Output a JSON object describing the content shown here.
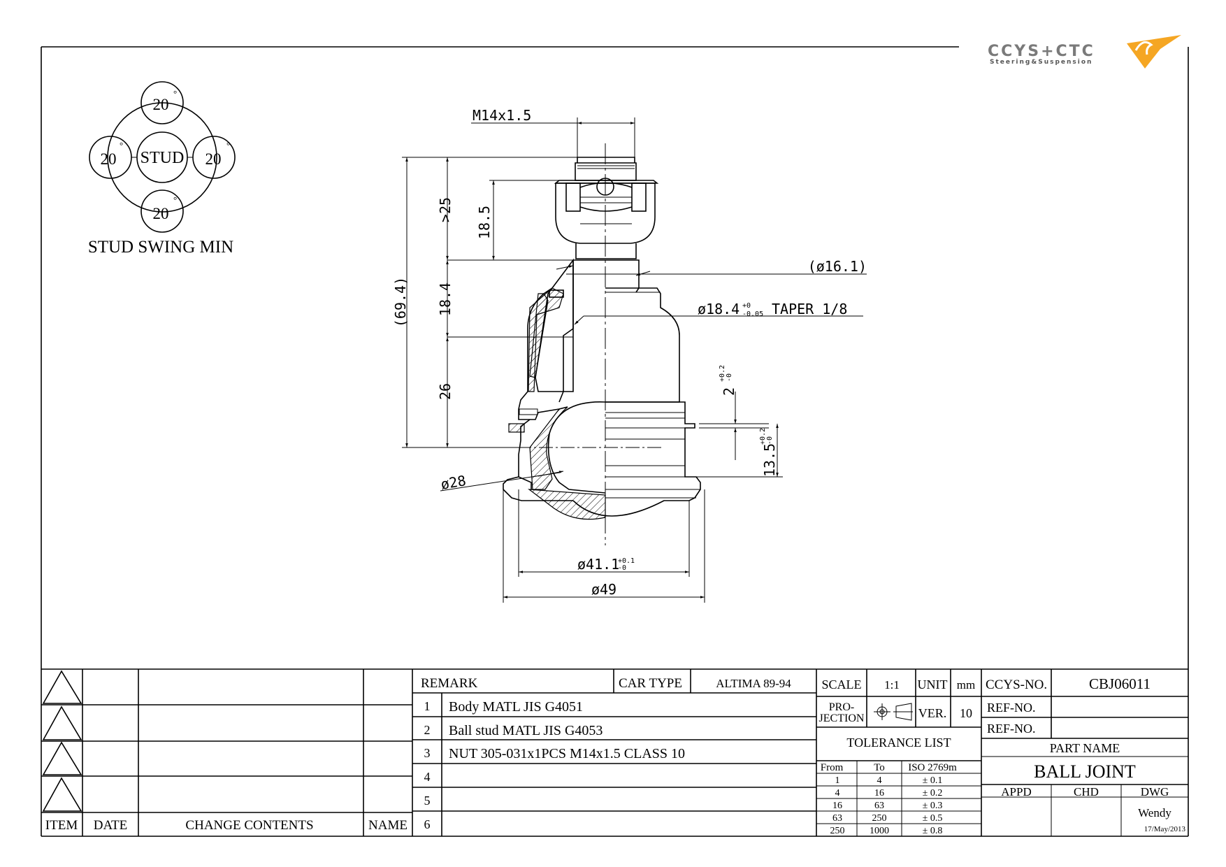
{
  "logo": {
    "brand": "CCYS+CTC",
    "tagline": "Steering&Suspension",
    "accent_color": "#f5a623",
    "gray_color": "#7a7a7a"
  },
  "swing": {
    "center": "STUD",
    "top": "20",
    "left": "20",
    "right": "20",
    "bottom": "20",
    "degree": "°",
    "label": "STUD SWING MIN"
  },
  "dims": {
    "thread": "M14x1.5",
    "d_gt25": ">25",
    "d_185": "18.5",
    "d_694": "(69.4)",
    "d_184": "18.4",
    "d_26": "26",
    "d_161": "(ø16.1)",
    "taper": "ø18.4",
    "taper_tol_up": "+0",
    "taper_tol_dn": "-0.05",
    "taper_text": "TAPER 1/8",
    "d_2": "2",
    "d_2_tol_up": "+0.2",
    "d_2_tol_dn": "-0",
    "d_135": "13.5",
    "d_135_tol_up": "+0.2",
    "d_135_tol_dn": "-0",
    "d_28": "ø28",
    "d_411": "ø41.1",
    "d_411_tol_up": "+0.1",
    "d_411_tol_dn": "-0",
    "d_49": "ø49"
  },
  "revision": {
    "headers": [
      "ITEM",
      "DATE",
      "CHANGE CONTENTS",
      "NAME"
    ]
  },
  "remarks": {
    "header": "REMARK",
    "car_type_label": "CAR TYPE",
    "car_type": "ALTIMA 89-94",
    "rows": [
      {
        "no": "1",
        "text": "Body MATL JIS G4051"
      },
      {
        "no": "2",
        "text": "Ball stud MATL JIS G4053"
      },
      {
        "no": "3",
        "text": "NUT 305-031x1PCS M14x1.5 CLASS 10"
      },
      {
        "no": "4",
        "text": ""
      },
      {
        "no": "5",
        "text": ""
      },
      {
        "no": "6",
        "text": ""
      }
    ]
  },
  "scale_block": {
    "scale_label": "SCALE",
    "scale": "1:1",
    "unit_label": "UNIT",
    "unit": "mm",
    "projection_label_1": "PRO-",
    "projection_label_2": "JECTION",
    "ver_label": "VER.",
    "ver": "10",
    "tolerance_title": "TOLERANCE LIST",
    "tol_headers": [
      "From",
      "To",
      "ISO 2769m"
    ],
    "tol_rows": [
      [
        "1",
        "4",
        "± 0.1"
      ],
      [
        "4",
        "16",
        "± 0.2"
      ],
      [
        "16",
        "63",
        "± 0.3"
      ],
      [
        "63",
        "250",
        "± 0.5"
      ],
      [
        "250",
        "1000",
        "± 0.8"
      ]
    ]
  },
  "title_block": {
    "ccys_label": "CCYS-NO.",
    "ccys_no": "CBJ06011",
    "ref_label_1": "REF-NO.",
    "ref_label_2": "REF-NO.",
    "part_name_label": "PART NAME",
    "part_name": "BALL JOINT",
    "appd": "APPD",
    "chd": "CHD",
    "dwg": "DWG",
    "drawer": "Wendy",
    "date": "17/May/2013"
  }
}
